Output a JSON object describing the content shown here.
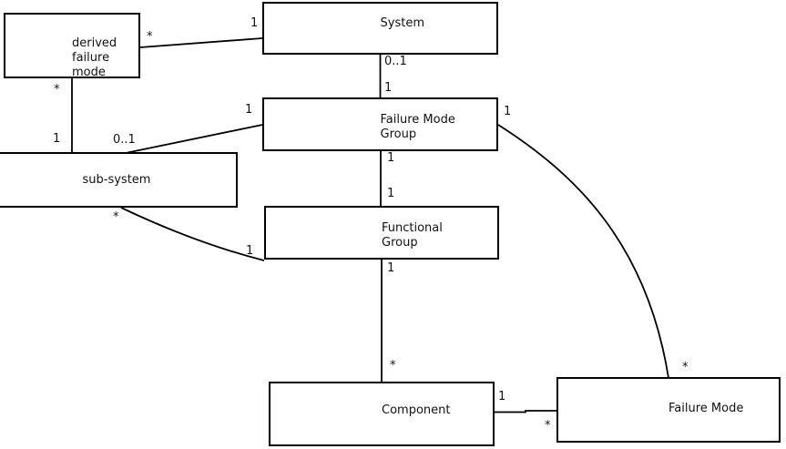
{
  "diagram": {
    "background": "#ffffff",
    "ink_color": "#000000",
    "boxes": [
      {
        "id": "derived-failure-mode",
        "label": "derived\nfailure\nmode"
      },
      {
        "id": "system",
        "label": "System"
      },
      {
        "id": "failure-mode-group",
        "label": "Failure Mode\nGroup"
      },
      {
        "id": "sub-system",
        "label": "sub-system"
      },
      {
        "id": "functional-group",
        "label": "Functional\nGroup"
      },
      {
        "id": "component",
        "label": "Component"
      },
      {
        "id": "failure-mode",
        "label": "Failure Mode"
      }
    ],
    "connections": [
      {
        "source": "derived failure mode",
        "target": "System",
        "source_label": "*",
        "target_label": "1"
      },
      {
        "source": "derived failure mode",
        "target": "sub-system",
        "source_label": "*",
        "target_label": "1"
      },
      {
        "source": "System",
        "target": "Failure Mode Group",
        "source_label": "0..1",
        "target_label": "1"
      },
      {
        "source": "sub-system",
        "target": "Failure Mode Group",
        "source_label": "0..1",
        "target_label": "1"
      },
      {
        "source": "Failure Mode Group",
        "target": "Functional Group",
        "source_label": "1",
        "target_label": "1"
      },
      {
        "source": "sub-system",
        "target": "Functional Group",
        "source_label": "*",
        "target_label": "1"
      },
      {
        "source": "Functional Group",
        "target": "Component",
        "source_label": "1",
        "target_label": "*"
      },
      {
        "source": "Component",
        "target": "Failure Mode",
        "source_label": "1",
        "target_label": "*"
      },
      {
        "source": "Failure Mode Group",
        "target": "Failure Mode",
        "source_label": "1",
        "target_label": "*"
      }
    ]
  }
}
